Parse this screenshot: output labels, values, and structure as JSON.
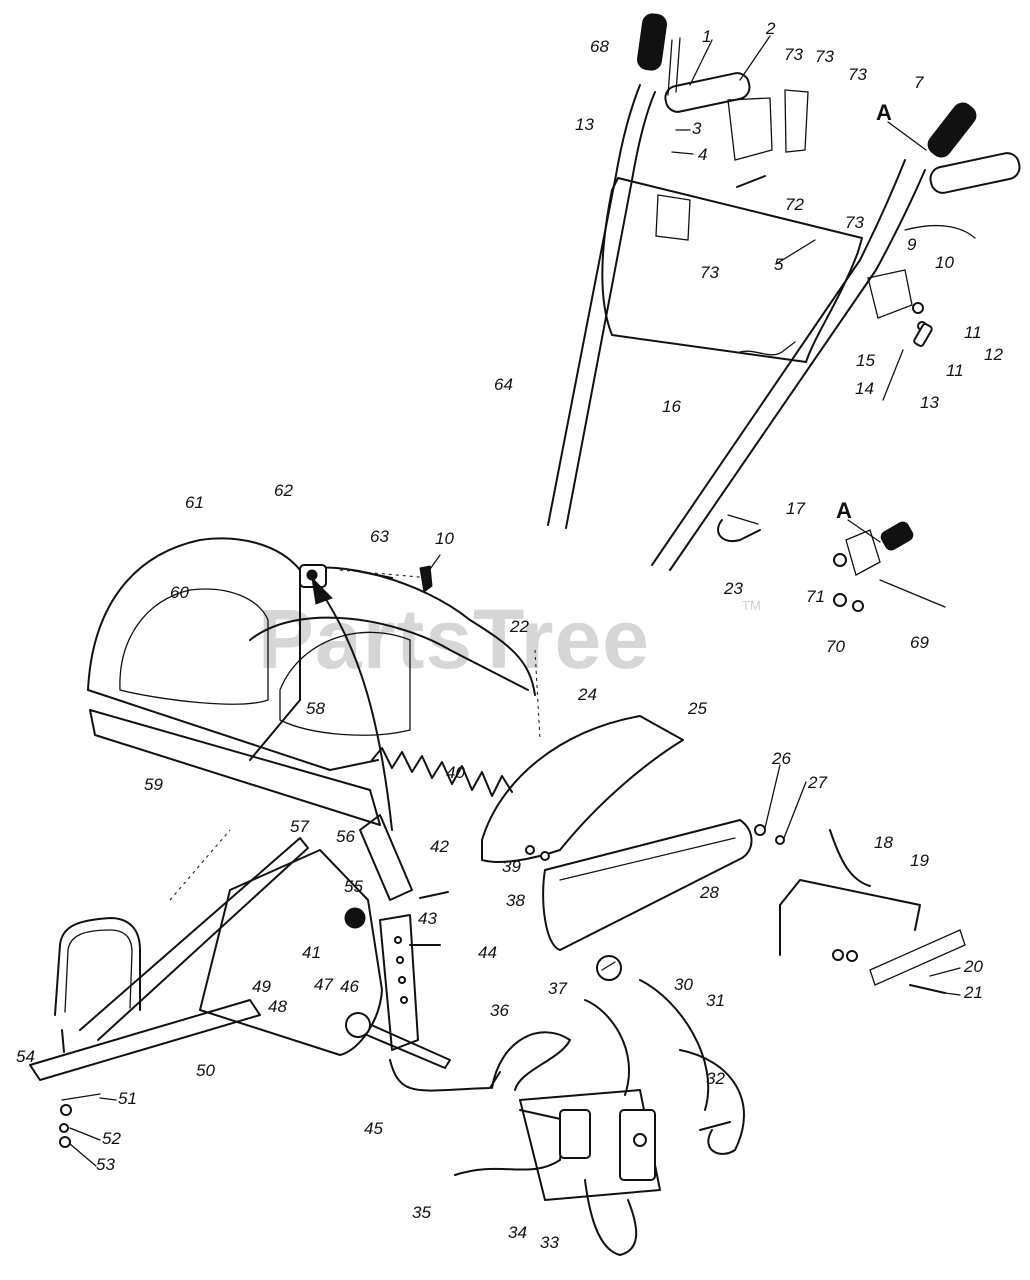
{
  "watermark": {
    "text": "PartsTree",
    "trademark": "TM"
  },
  "callouts": [
    "A",
    "A"
  ],
  "labels": [
    "68",
    "1",
    "2",
    "73",
    "73",
    "73",
    "13",
    "3",
    "4",
    "72",
    "73",
    "73",
    "7",
    "5",
    "9",
    "10",
    "11",
    "11",
    "12",
    "15",
    "14",
    "13",
    "64",
    "16",
    "17",
    "23",
    "61",
    "62",
    "63",
    "10",
    "60",
    "22",
    "24",
    "58",
    "25",
    "59",
    "40",
    "26",
    "27",
    "71",
    "70",
    "69",
    "57",
    "56",
    "42",
    "55",
    "43",
    "39",
    "38",
    "28",
    "41",
    "47",
    "46",
    "44",
    "49",
    "48",
    "18",
    "19",
    "20",
    "21",
    "54",
    "50",
    "36",
    "37",
    "30",
    "31",
    "32",
    "51",
    "52",
    "53",
    "45",
    "35",
    "34",
    "33"
  ]
}
